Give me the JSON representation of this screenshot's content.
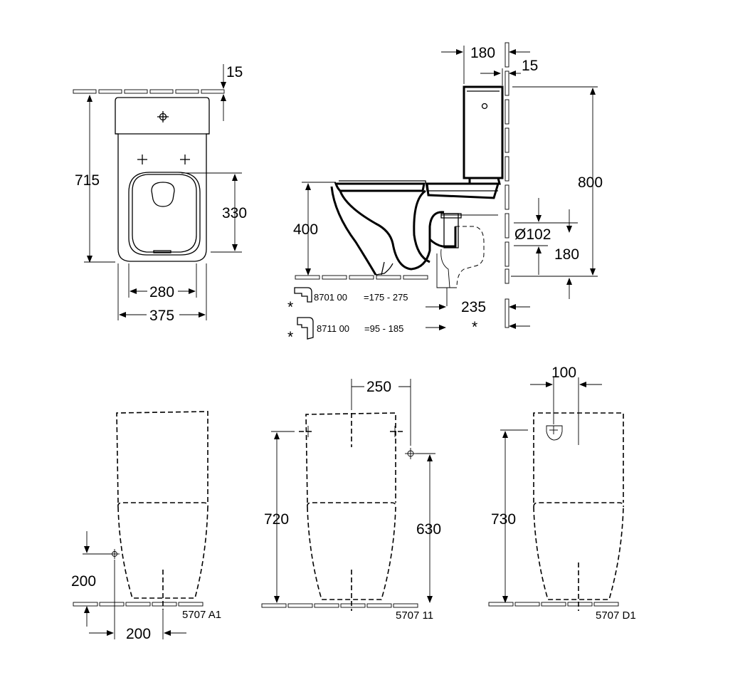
{
  "colors": {
    "line": "#000000",
    "background": "#ffffff"
  },
  "plan_view": {
    "dims": {
      "wall_gap": "15",
      "depth": "715",
      "bowl_depth": "330",
      "seat_width": "280",
      "overall_width": "375"
    }
  },
  "side_view": {
    "dims": {
      "cistern_depth": "180",
      "cistern_gap": "15",
      "height": "800",
      "rim_height": "400",
      "outlet_diameter": "Ø102",
      "outlet_height": "180",
      "outlet_distance": "235",
      "asterisk": "*"
    },
    "connectors": [
      {
        "marker": "*",
        "code": "8701 00",
        "range": "=175 - 275"
      },
      {
        "marker": "*",
        "code": "8711 00",
        "range": "=95 -  185"
      }
    ]
  },
  "front_views": [
    {
      "code": "5707 A1",
      "dims": {
        "height": "200",
        "offset": "200"
      }
    },
    {
      "code": "5707 11",
      "dims": {
        "width": "250",
        "height_left": "720",
        "height_right": "630"
      }
    },
    {
      "code": "5707 D1",
      "dims": {
        "width": "100",
        "height": "730"
      }
    }
  ]
}
